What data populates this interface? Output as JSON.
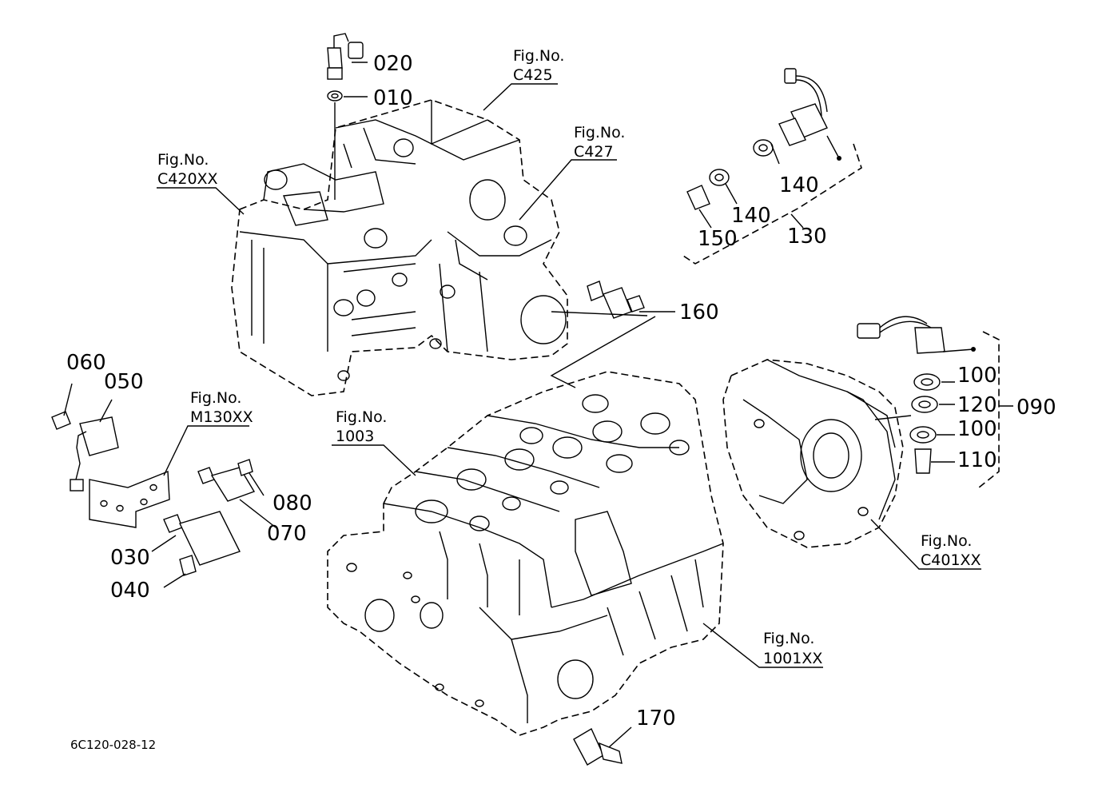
{
  "callouts": [
    {
      "id": "020",
      "label": "020"
    },
    {
      "id": "010",
      "label": "010"
    },
    {
      "id": "140a",
      "label": "140"
    },
    {
      "id": "140b",
      "label": "140"
    },
    {
      "id": "150",
      "label": "150"
    },
    {
      "id": "130",
      "label": "130"
    },
    {
      "id": "160",
      "label": "160"
    },
    {
      "id": "060",
      "label": "060"
    },
    {
      "id": "050",
      "label": "050"
    },
    {
      "id": "080",
      "label": "080"
    },
    {
      "id": "070",
      "label": "070"
    },
    {
      "id": "030",
      "label": "030"
    },
    {
      "id": "040",
      "label": "040"
    },
    {
      "id": "100a",
      "label": "100"
    },
    {
      "id": "120",
      "label": "120"
    },
    {
      "id": "090",
      "label": "090"
    },
    {
      "id": "100b",
      "label": "100"
    },
    {
      "id": "110",
      "label": "110"
    },
    {
      "id": "170",
      "label": "170"
    }
  ],
  "figure_refs": [
    {
      "id": "c425",
      "line1": "Fig.No.",
      "line2": "C425"
    },
    {
      "id": "c427",
      "line1": "Fig.No.",
      "line2": "C427"
    },
    {
      "id": "c420xx",
      "line1": "Fig.No.",
      "line2": "C420XX"
    },
    {
      "id": "m130xx",
      "line1": "Fig.No.",
      "line2": "M130XX"
    },
    {
      "id": "1003",
      "line1": "Fig.No.",
      "line2": "1003"
    },
    {
      "id": "c401xx",
      "line1": "Fig.No.",
      "line2": "C401XX"
    },
    {
      "id": "1001xx",
      "line1": "Fig.No.",
      "line2": "1001XX"
    }
  ],
  "drawing_code": "6C120-028-12"
}
